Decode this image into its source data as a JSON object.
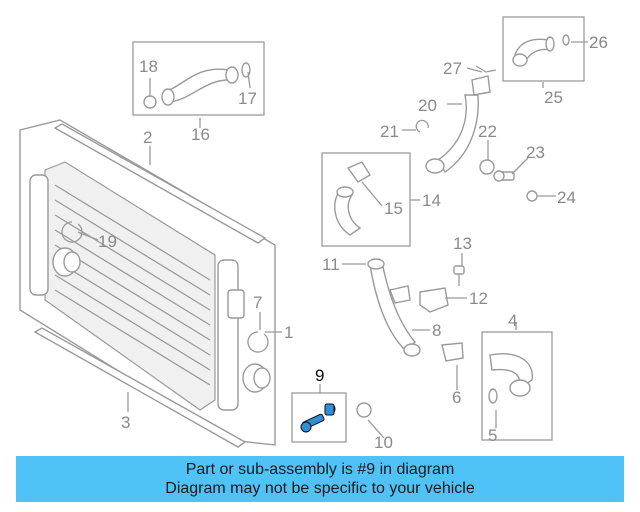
{
  "callouts": {
    "c1": "1",
    "c2": "2",
    "c3": "3",
    "c4": "4",
    "c5": "5",
    "c6": "6",
    "c7": "7",
    "c8": "8",
    "c9": "9",
    "c10": "10",
    "c11": "11",
    "c12": "12",
    "c13": "13",
    "c14": "14",
    "c15": "15",
    "c16": "16",
    "c17": "17",
    "c18": "18",
    "c19": "19",
    "c20": "20",
    "c21": "21",
    "c22": "22",
    "c23": "23",
    "c24": "24",
    "c25": "25",
    "c26": "26",
    "c27": "27"
  },
  "highlighted_part": "9",
  "colors": {
    "banner": "#4fc3f7",
    "highlight_part": "#2f8fd8",
    "line_art": "#9a9a9a"
  },
  "banner": {
    "line1": "Part or sub-assembly is #9 in diagram",
    "line2": "Diagram may not be specific to your vehicle"
  }
}
